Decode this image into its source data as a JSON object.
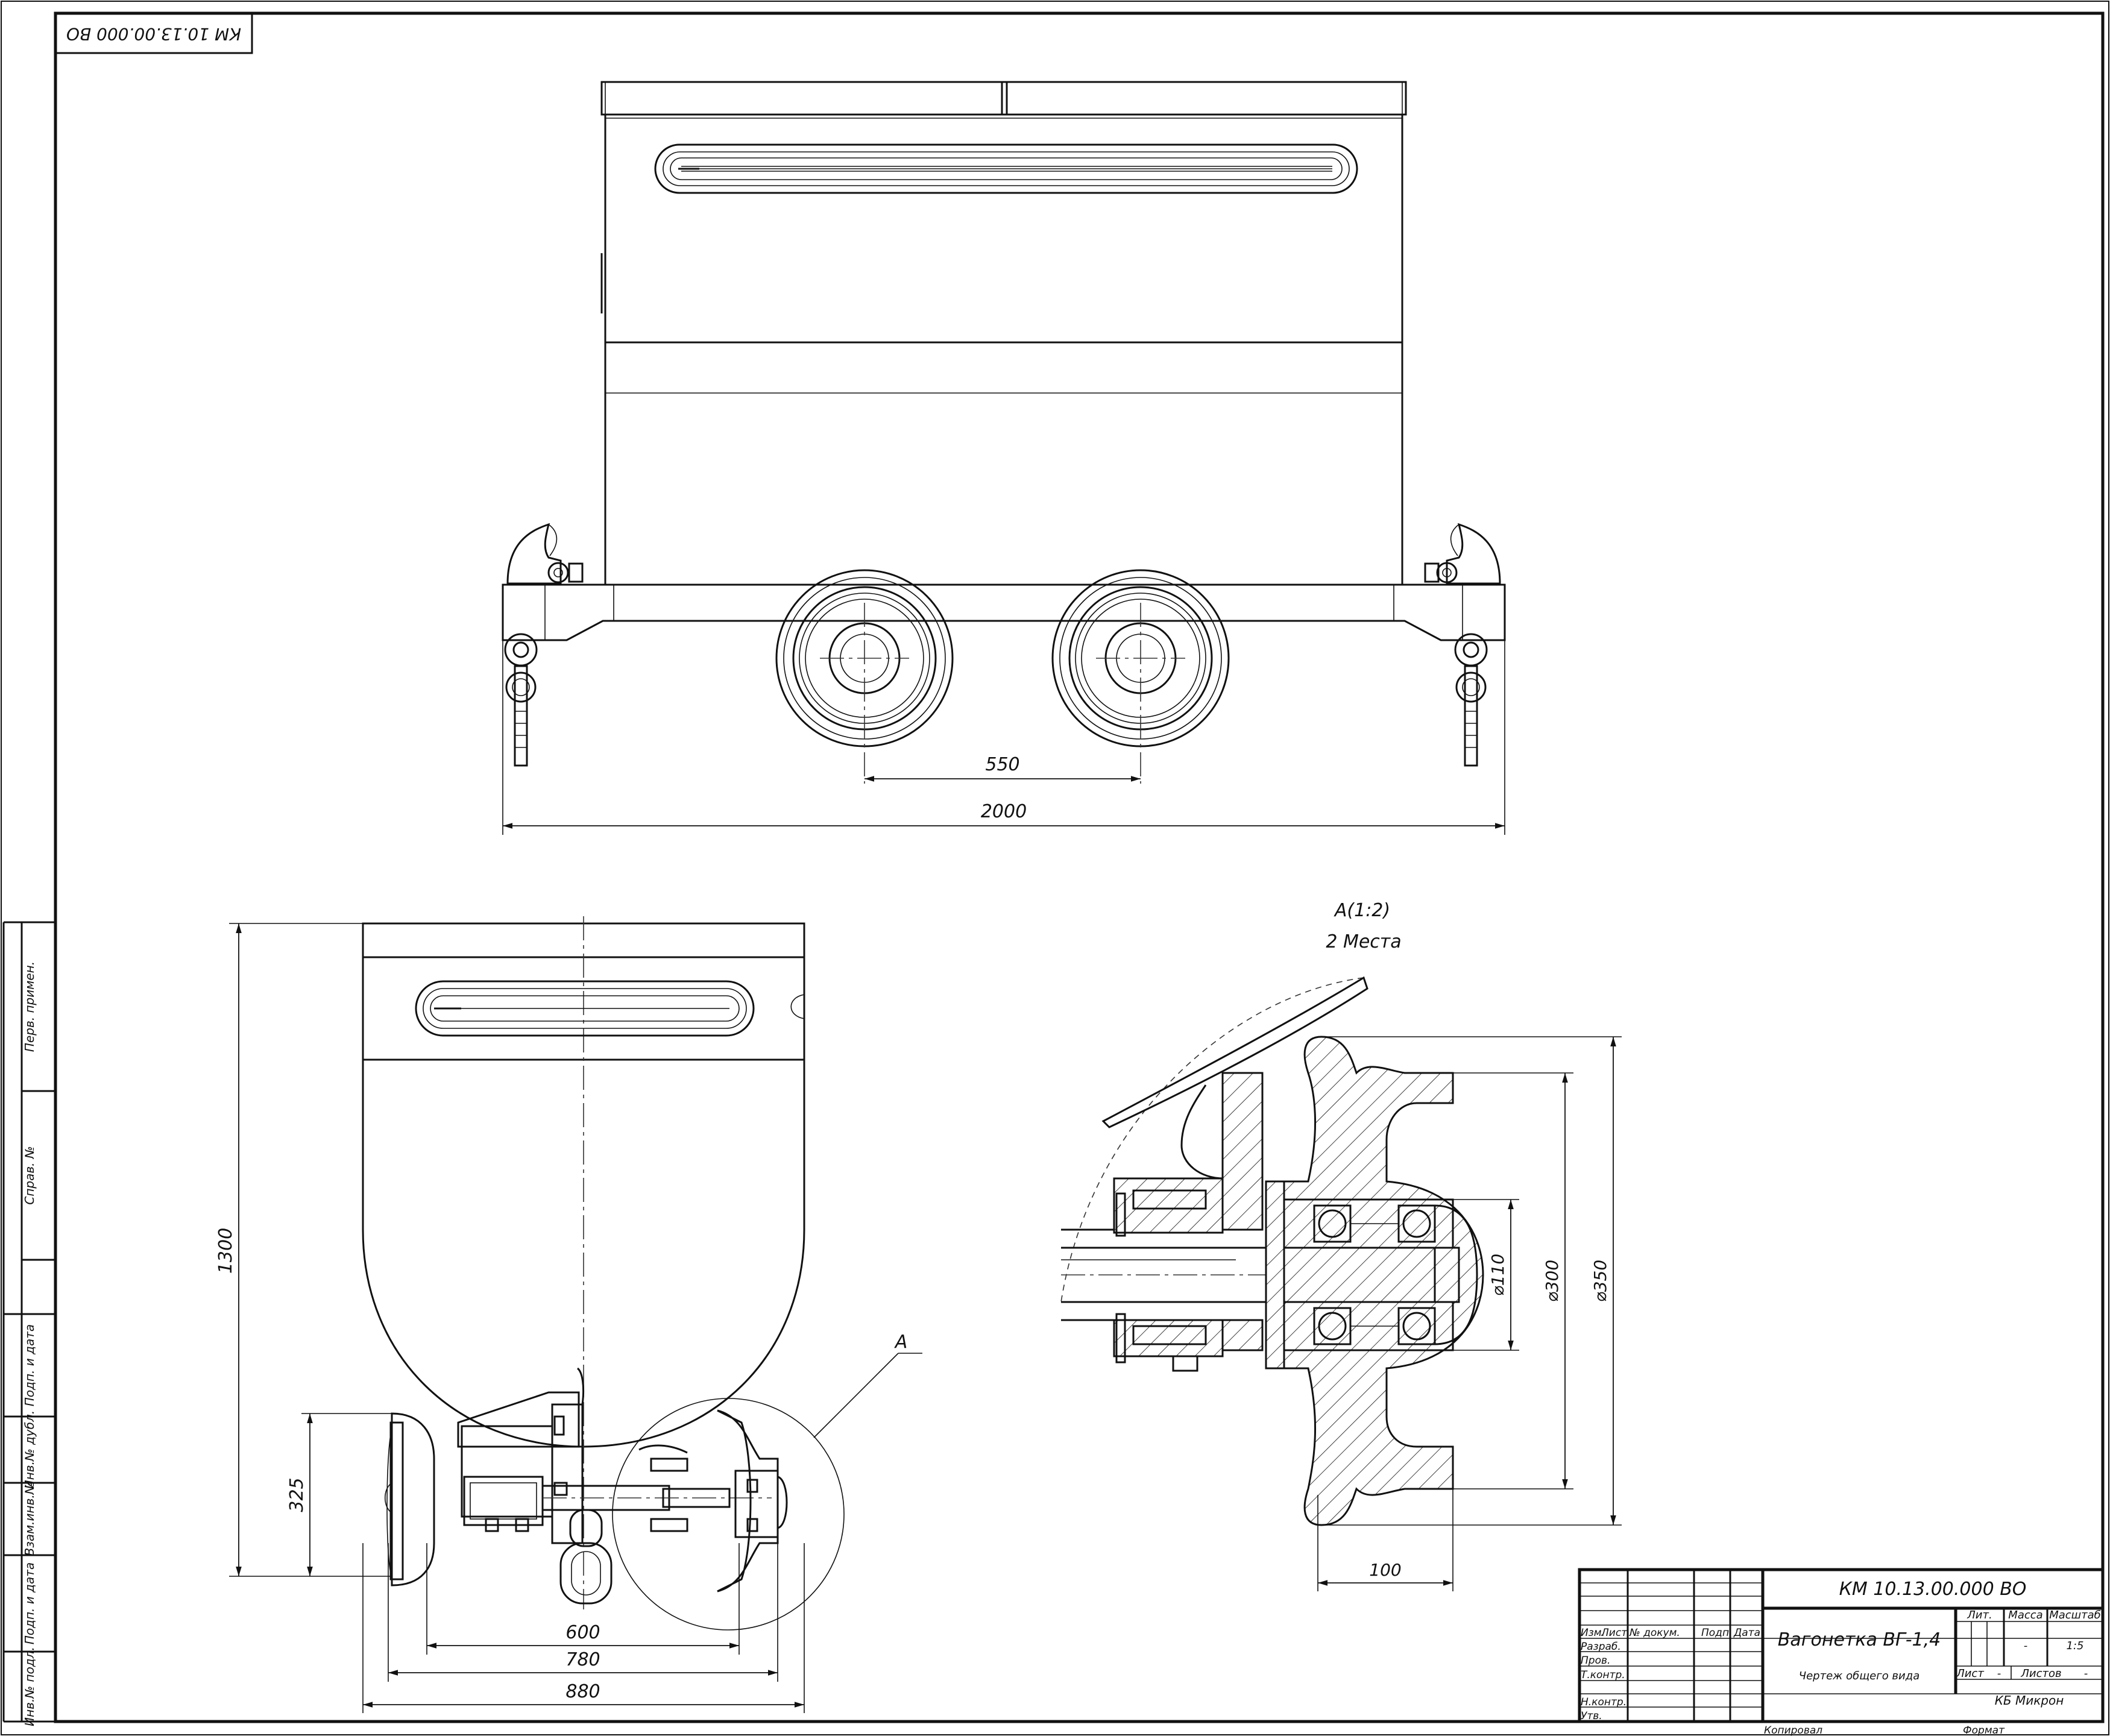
{
  "document": {
    "stamp_code": "КМ 10.13.00.000 ВО",
    "colors": {
      "ink": "#111111",
      "paper": "#ffffff"
    }
  },
  "main_view": {
    "dims": {
      "wheelbase": "550",
      "overall_length": "2000"
    }
  },
  "side_view": {
    "dims": {
      "height": "1300",
      "axle_height": "325",
      "track": "600",
      "wheel_span": "780",
      "overall_width": "880"
    },
    "detail_callout": "А"
  },
  "detail_view": {
    "title": "А(1:2)",
    "subtitle": "2 Места",
    "dims": {
      "d_shaft": "⌀110",
      "d_tread": "⌀300",
      "d_flange": "⌀350",
      "hub_width": "100"
    }
  },
  "left_strip": {
    "labels": [
      "Перв. примен.",
      "Справ. №",
      "Подп. и дата",
      "Инв.№ дубл.",
      "Взам.инв.№",
      "Подп. и дата",
      "Инв.№ подл."
    ]
  },
  "title_block": {
    "code": "КМ 10.13.00.000 ВО",
    "name": "Вагонетка ВГ-1,4",
    "doc_type": "Чертеж общего вида",
    "columns": [
      "Изм.",
      "Лист",
      "№ докум.",
      "Подп.",
      "Дата"
    ],
    "roles": [
      "Разраб.",
      "Пров.",
      "Т.контр.",
      "Н.контр.",
      "Утв."
    ],
    "lit_header": "Лит.",
    "mass_header": "Масса",
    "scale_header": "Масштаб",
    "mass_value": "-",
    "scale_value": "1:5",
    "sheet_label": "Лист",
    "sheet_value": "-",
    "sheets_label": "Листов",
    "sheets_value": "-",
    "organization": "КБ Микрон",
    "copied_label": "Копировал",
    "format_label": "Формат"
  }
}
